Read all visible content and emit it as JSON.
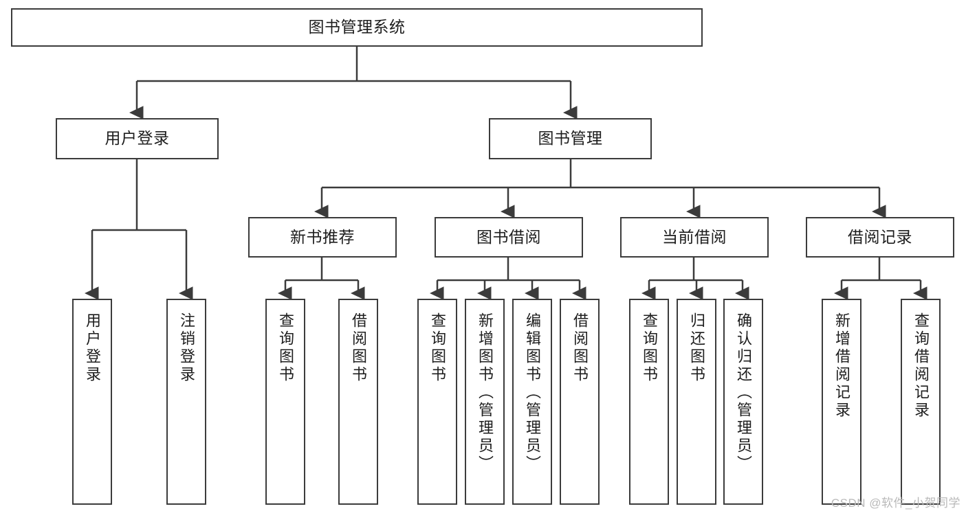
{
  "diagram": {
    "title": "图书管理系统",
    "watermark": "CSDN @软件_小贺同学",
    "stroke_color": "#3b3b3b",
    "background_color": "#ffffff",
    "text_color": "#1d1d1d",
    "watermark_color": "#b9b9b9"
  },
  "nodes": {
    "root": {
      "label": "图书管理系统"
    },
    "level2": [
      {
        "label": "用户登录"
      },
      {
        "label": "图书管理"
      }
    ],
    "level3": [
      {
        "label": "新书推荐"
      },
      {
        "label": "图书借阅"
      },
      {
        "label": "当前借阅"
      },
      {
        "label": "借阅记录"
      }
    ],
    "leaves": {
      "user_login": [
        {
          "label": "用户登录"
        },
        {
          "label": "注销登录"
        }
      ],
      "new_book_recommend": [
        {
          "label": "查询图书"
        },
        {
          "label": "借阅图书"
        }
      ],
      "book_borrow": [
        {
          "label": "查询图书"
        },
        {
          "label": "新增图书（管理员）"
        },
        {
          "label": "编辑图书（管理员）"
        },
        {
          "label": "借阅图书"
        }
      ],
      "current_borrow": [
        {
          "label": "查询图书"
        },
        {
          "label": "归还图书"
        },
        {
          "label": "确认归还（管理员）"
        }
      ],
      "borrow_record": [
        {
          "label": "新增借阅记录"
        },
        {
          "label": "查询借阅记录"
        }
      ]
    }
  },
  "chart_data": {
    "type": "tree-diagram",
    "title": "图书管理系统",
    "orientation": "top-down",
    "levels": 4,
    "tree": {
      "name": "图书管理系统",
      "children": [
        {
          "name": "用户登录",
          "children": [
            {
              "name": "用户登录"
            },
            {
              "name": "注销登录"
            }
          ]
        },
        {
          "name": "图书管理",
          "children": [
            {
              "name": "新书推荐",
              "children": [
                {
                  "name": "查询图书"
                },
                {
                  "name": "借阅图书"
                }
              ]
            },
            {
              "name": "图书借阅",
              "children": [
                {
                  "name": "查询图书"
                },
                {
                  "name": "新增图书（管理员）"
                },
                {
                  "name": "编辑图书（管理员）"
                },
                {
                  "name": "借阅图书"
                }
              ]
            },
            {
              "name": "当前借阅",
              "children": [
                {
                  "name": "查询图书"
                },
                {
                  "name": "归还图书"
                },
                {
                  "name": "确认归还（管理员）"
                }
              ]
            },
            {
              "name": "借阅记录",
              "children": [
                {
                  "name": "新增借阅记录"
                },
                {
                  "name": "查询借阅记录"
                }
              ]
            }
          ]
        }
      ]
    }
  }
}
